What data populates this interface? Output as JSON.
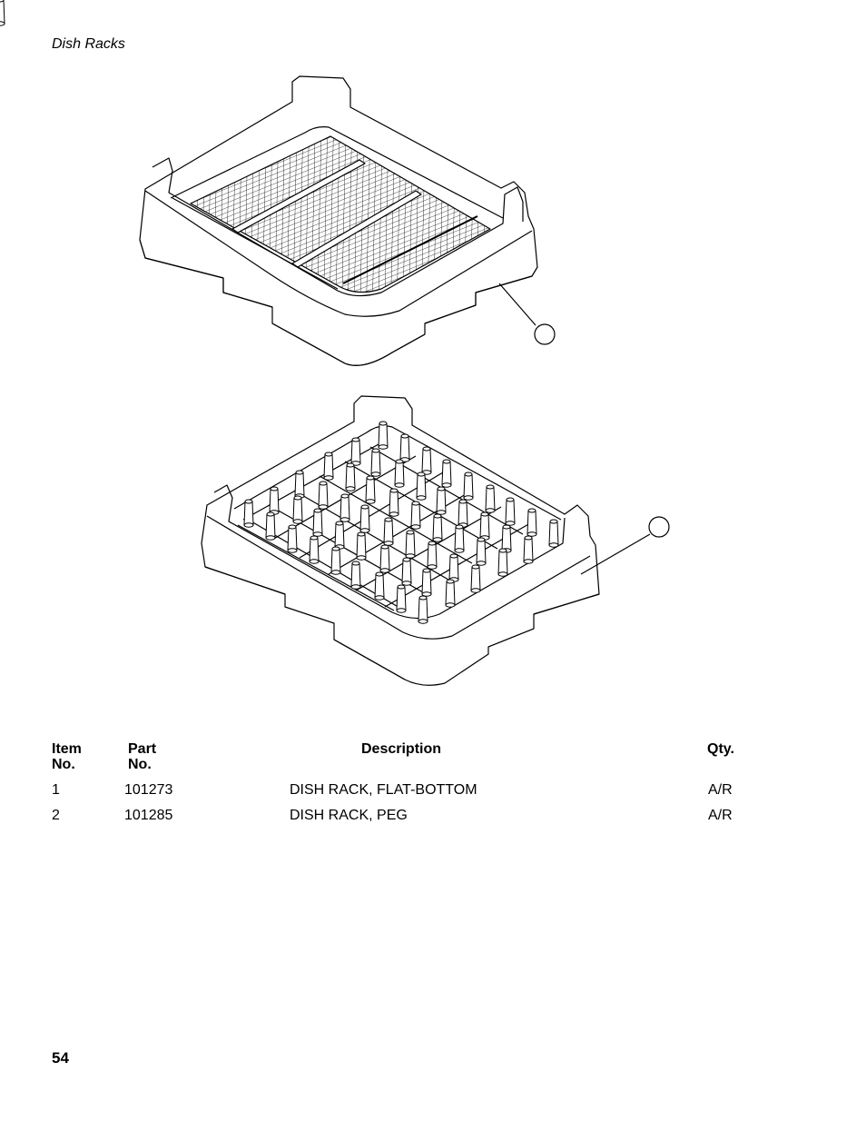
{
  "header": {
    "section_title": "Dish Racks"
  },
  "figure": {
    "items": [
      {
        "icon": "dish-rack-flat-bottom-illustration"
      },
      {
        "icon": "dish-rack-peg-illustration"
      }
    ]
  },
  "parts_table": {
    "headers": {
      "item_line1": "Item",
      "item_line2": "No.",
      "part_line1": "Part",
      "part_line2": "No.",
      "description": "Description",
      "qty": "Qty."
    },
    "rows": [
      {
        "item": "1",
        "part": "101273",
        "description": "DISH RACK, FLAT-BOTTOM",
        "qty": "A/R"
      },
      {
        "item": "2",
        "part": "101285",
        "description": "DISH RACK, PEG",
        "qty": "A/R"
      }
    ]
  },
  "footer": {
    "page_number": "54"
  }
}
